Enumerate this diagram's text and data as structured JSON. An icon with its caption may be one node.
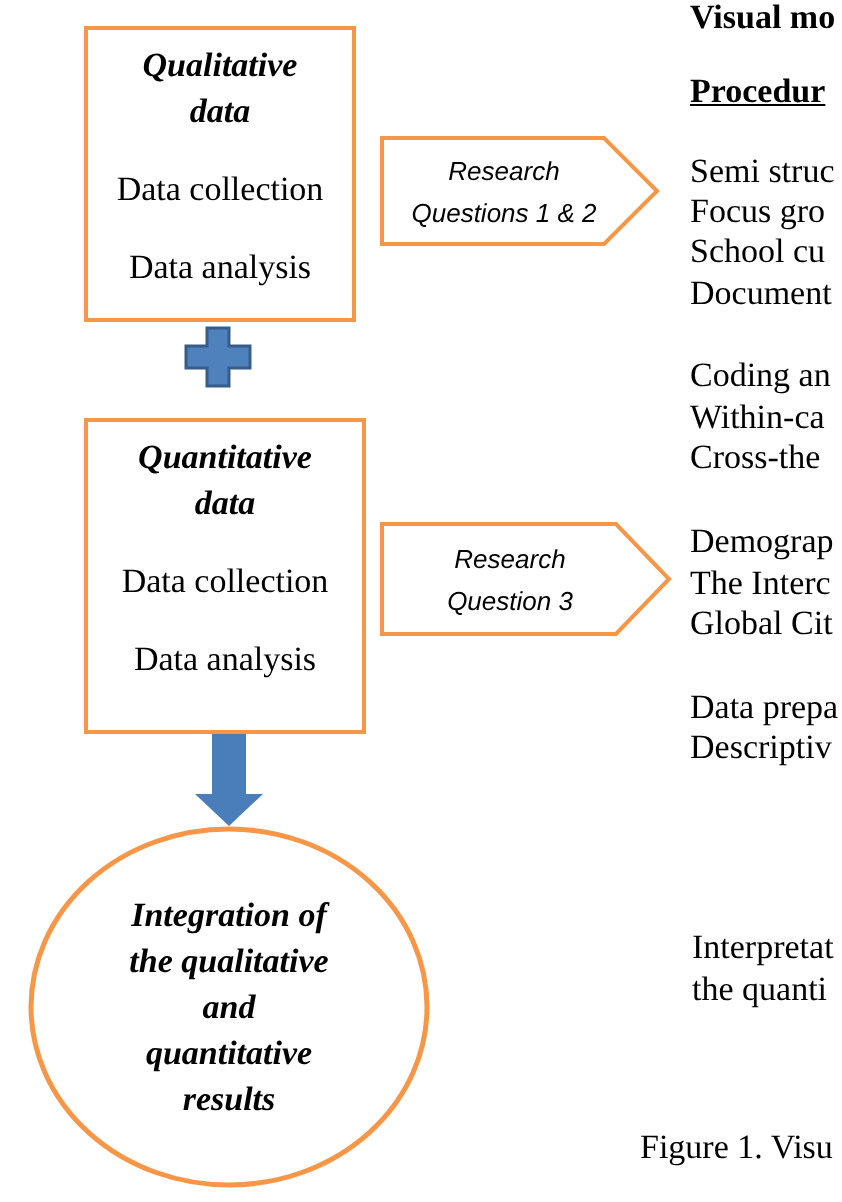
{
  "diagram": {
    "title": "Visual mo",
    "caption": "Figure 1. Visu",
    "nodes": [
      {
        "text": [
          "Qualitative data",
          "Data collection",
          "Data analysis"
        ]
      },
      {
        "text": [
          "Research Questions 1 & 2"
        ]
      },
      {
        "text": [
          "Quantitative data",
          "Data collection",
          "Data analysis"
        ]
      },
      {
        "text": [
          "Research Question 3"
        ]
      },
      {
        "text": [
          "Integration of the qualitative and quantitative results"
        ]
      }
    ],
    "edges": [
      {
        "from": 2,
        "to": 4,
        "arrow": "to"
      }
    ],
    "labels": [
      "Procedur",
      "Semi struc",
      "Focus gro",
      "School cu",
      "Document",
      "Coding an",
      "Within-ca",
      "Cross-the",
      "Demograp",
      "The Interc",
      "Global Cit",
      "Data prepa",
      "Descriptiv",
      "Interpretat",
      "the quanti"
    ]
  }
}
